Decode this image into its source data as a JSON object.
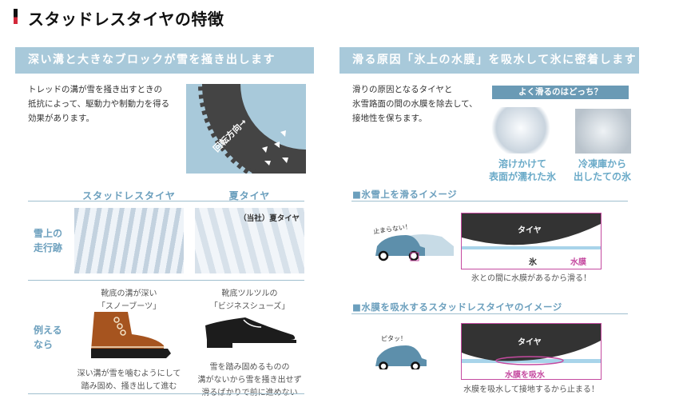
{
  "page_title": "スタッドレスタイヤの特徴",
  "left": {
    "banner": "深い溝と大きなブロックが雪を掻き出します",
    "description": "トレッドの溝が雪を掻き出すときの\n抵抗によって、駆動力や制動力を得る\n効果があります。",
    "tire_label": "回転方向→",
    "columns": [
      "スタッドレスタイヤ",
      "夏タイヤ"
    ],
    "photo_caption": "（当社）夏タイヤ",
    "row1_label": "雪上の\n走行跡",
    "row2_label": "例える\nなら",
    "boot": {
      "title": "靴底の溝が深い\n「スノーブーツ」",
      "desc": "深い溝が雪を噛むようにして\n踏み固め、掻き出して進む"
    },
    "shoe": {
      "title": "靴底ツルツルの\n「ビジネスシューズ」",
      "desc": "雪を踏み固めるものの\n溝がないから雪を掻き出せず\n滑るばかりで前に進めない"
    }
  },
  "right": {
    "banner": "滑る原因「氷上の水膜」を吸水して氷に密着します",
    "description": "滑りの原因となるタイヤと\n氷雪路面の間の水膜を除去して、\n接地性を保ちます。",
    "question": "よく滑るのはどっち？",
    "ice1_caption": "溶けかけて\n表面が濡れた氷",
    "ice2_caption": "冷凍庫から\n出したての氷",
    "section1": {
      "heading": "■氷雪上を滑るイメージ",
      "car_text": "止まらない！",
      "tire": "タイヤ",
      "ice": "氷",
      "film": "水膜",
      "caption": "氷との間に水膜があるから滑る！"
    },
    "section2": {
      "heading": "■水膜を吸水するスタッドレスタイヤのイメージ",
      "car_text": "ピタッ！",
      "tire": "タイヤ",
      "absorb": "水膜を吸水",
      "caption": "水膜を吸水して接地するから止まる！"
    }
  },
  "colors": {
    "banner": "#a8c9da",
    "accent_blue": "#6b9fbd",
    "magenta": "#c54aa0",
    "red": "#d3283a"
  }
}
